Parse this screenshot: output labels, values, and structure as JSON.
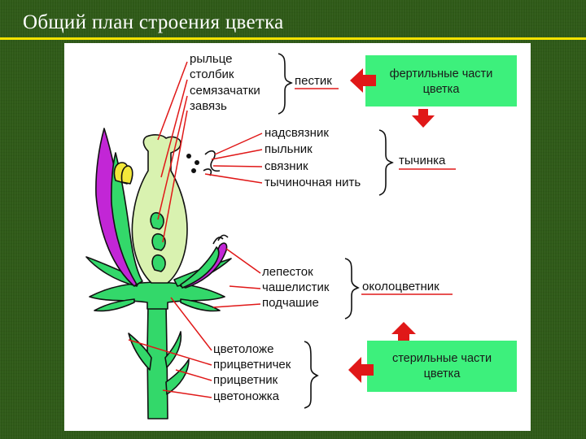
{
  "slide": {
    "title": "Общий план строения цветка"
  },
  "pistil_parts": [
    "рыльце",
    "столбик",
    "семязачатки",
    "завязь"
  ],
  "pistil_group": "пестик",
  "stamen_parts": [
    "надсвязник",
    "пыльник",
    "связник",
    "тычиночная нить"
  ],
  "stamen_group": "тычинка",
  "perianth_parts": [
    "лепесток",
    "чашелистик",
    "подчашие"
  ],
  "perianth_group": "околоцветник",
  "base_parts": [
    "цветоложе",
    "прицветничек",
    "прицветник",
    "цветоножка"
  ],
  "fertile_box": {
    "line1": "фертильные части",
    "line2": "цветка"
  },
  "sterile_box": {
    "line1": "стерильные части",
    "line2": "цветка"
  },
  "colors": {
    "background": "#2f5a18",
    "title_rule": "#f2e200",
    "plant_green": "#33d86a",
    "ovary_light_green": "#d9f2b0",
    "petal_magenta": "#c226d6",
    "anther_yellow": "#f3e83a",
    "pointer_red": "#e01818",
    "box_green": "#3df07c"
  }
}
